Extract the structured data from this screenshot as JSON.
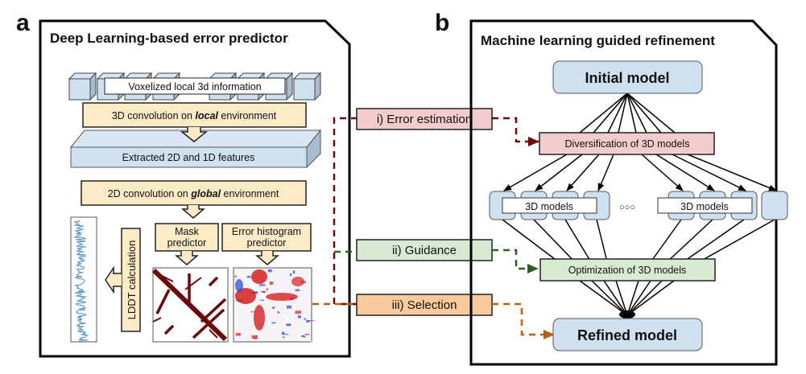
{
  "colors": {
    "blue_fill": "#cfe0f1",
    "blue_side": "#a9bccf",
    "yellow_fill": "#fcebc6",
    "pink_fill": "#f2cccc",
    "green_fill": "#d9ead3",
    "orange_fill": "#f8c99a",
    "dark_red": "#6b0a0a",
    "dark_green": "#2f5f1e",
    "orange": "#b8610f",
    "line_blue": "#4a8cc0",
    "heat_red": "#d42020",
    "heat_blue": "#2040d8"
  },
  "panel_a": {
    "letter": "a",
    "title": "Deep Learning-based error predictor",
    "voxel_label": "Voxelized local 3d information",
    "conv3d_prefix": "3D convolution on ",
    "conv3d_em": "local",
    "conv3d_suffix": " environment",
    "features_label": "Extracted 2D and 1D features",
    "conv2d_prefix": "2D convolution on ",
    "conv2d_em": "global",
    "conv2d_suffix": " environment",
    "mask_line1": "Mask",
    "mask_line2": "predictor",
    "hist_line1": "Error histogram",
    "hist_line2": "predictor",
    "lddt_label": "LDDT calculation"
  },
  "panel_b": {
    "letter": "b",
    "title": "Machine learning guided refinement",
    "initial_model": "Initial model",
    "diversification": "Diversification of 3D models",
    "models_left": "3D models",
    "models_right": "3D models",
    "ellipsis": "○○○",
    "optimization": "Optimization of 3D models",
    "refined_model": "Refined model"
  },
  "connectors": {
    "error_estimation": "i) Error estimation",
    "guidance": "ii) Guidance",
    "selection": "iii) Selection"
  }
}
